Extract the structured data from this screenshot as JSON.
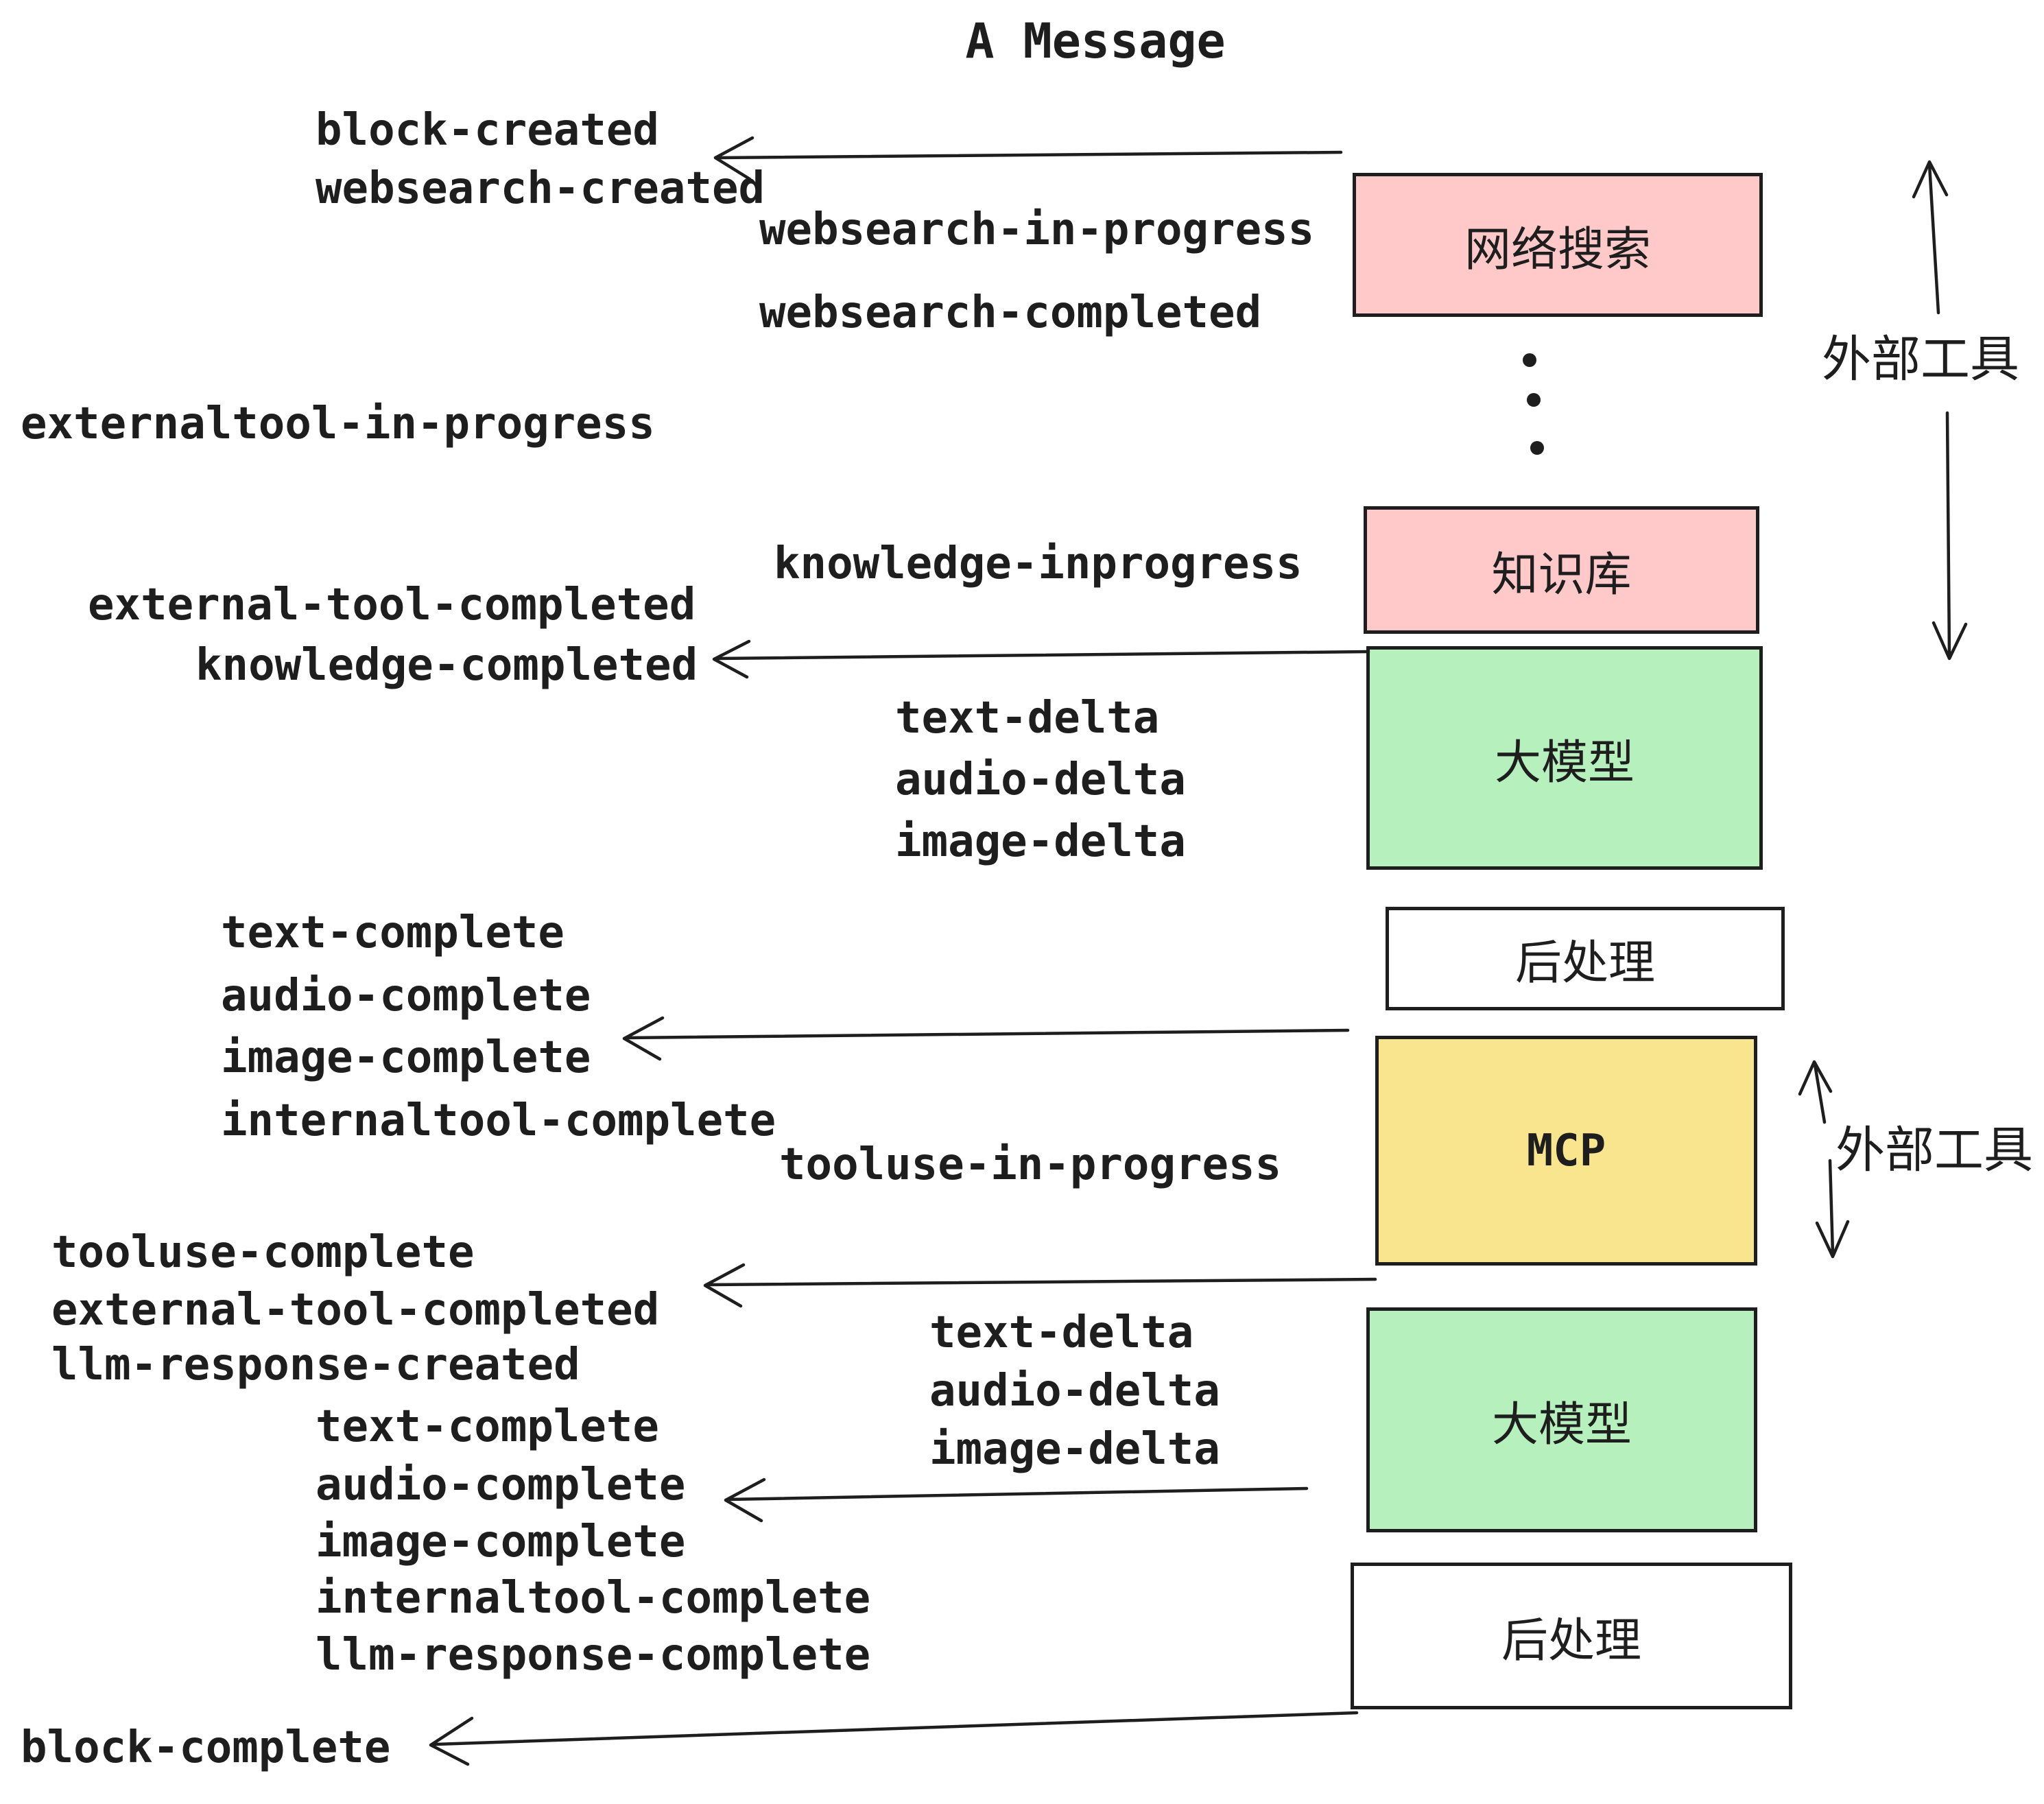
{
  "title": "A Message",
  "colors": {
    "stroke": "#1e1e1e",
    "box_pink": "#ffc9c9",
    "box_green": "#b5f0bd",
    "box_yellow": "#fae58f",
    "box_white": "#ffffff"
  },
  "events": {
    "block_created": "block-created",
    "websearch_created": "websearch-created",
    "websearch_in_progress": "websearch-in-progress",
    "websearch_completed": "websearch-completed",
    "externaltool_in_progress": "externaltool-in-progress",
    "knowledge_inprogress": "knowledge-inprogress",
    "external_tool_completed_1": "external-tool-completed",
    "knowledge_completed": "knowledge-completed",
    "text_delta_1": "text-delta",
    "audio_delta_1": "audio-delta",
    "image_delta_1": "image-delta",
    "text_complete_1": "text-complete",
    "audio_complete_1": "audio-complete",
    "image_complete_1": "image-complete",
    "internaltool_complete_1": "internaltool-complete",
    "tooluse_in_progress": "tooluse-in-progress",
    "tooluse_complete": "tooluse-complete",
    "external_tool_completed_2": "external-tool-completed",
    "llm_response_created": "llm-response-created",
    "text_complete_2": "text-complete",
    "audio_complete_2": "audio-complete",
    "image_complete_2": "image-complete",
    "internaltool_complete_2": "internaltool-complete",
    "llm_response_complete": "llm-response-complete",
    "block_complete": "block-complete",
    "text_delta_2": "text-delta",
    "audio_delta_2": "audio-delta",
    "image_delta_2": "image-delta"
  },
  "boxes": {
    "websearch": {
      "label": "网络搜索",
      "fill": "#ffc9c9"
    },
    "knowledge": {
      "label": "知识库",
      "fill": "#ffc9c9"
    },
    "llm_1": {
      "label": "大模型",
      "fill": "#b5f0bd"
    },
    "postprocess_1": {
      "label": "后处理",
      "fill": "#ffffff"
    },
    "mcp": {
      "label": "MCP",
      "fill": "#fae58f"
    },
    "llm_2": {
      "label": "大模型",
      "fill": "#b5f0bd"
    },
    "postprocess_2": {
      "label": "后处理",
      "fill": "#ffffff"
    }
  },
  "annotations": {
    "external_tools_top": "外部工具",
    "external_tools_mcp": "外部工具"
  }
}
